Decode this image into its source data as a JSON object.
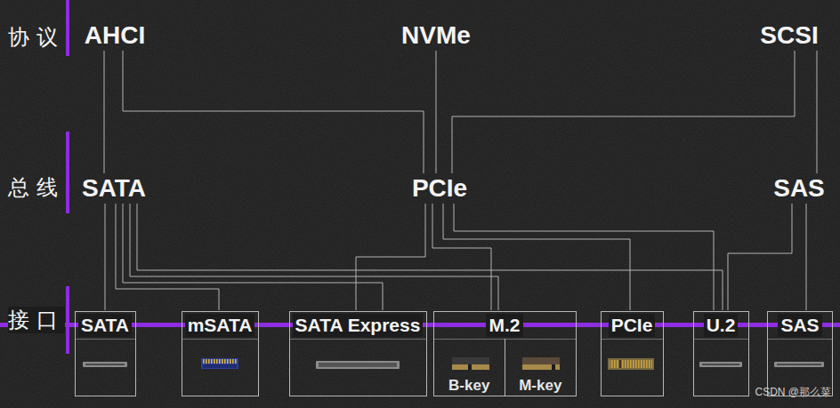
{
  "diagram": {
    "nodes": [
      {
        "text": [
          "AHCI"
        ]
      },
      {
        "text": [
          "NVMe"
        ]
      },
      {
        "text": [
          "SCSI"
        ]
      },
      {
        "text": [
          "SATA"
        ]
      },
      {
        "text": [
          "PCIe"
        ]
      },
      {
        "text": [
          "SAS"
        ]
      },
      {
        "text": [
          "SATA"
        ]
      },
      {
        "text": [
          "mSATA"
        ]
      },
      {
        "text": [
          "SATA Express"
        ]
      },
      {
        "text": [
          "M.2"
        ]
      },
      {
        "text": [
          "B-key"
        ],
        "in": 9
      },
      {
        "text": [
          "M-key"
        ],
        "in": 9
      },
      {
        "text": [
          "PCIe"
        ]
      },
      {
        "text": [
          "U.2"
        ]
      },
      {
        "text": [
          "SAS"
        ]
      }
    ],
    "edges": [
      {
        "from": 0,
        "to": 3,
        "arrow": "none"
      },
      {
        "from": 0,
        "to": 4,
        "arrow": "none"
      },
      {
        "from": 1,
        "to": 4,
        "arrow": "none"
      },
      {
        "from": 2,
        "to": 4,
        "arrow": "none"
      },
      {
        "from": 2,
        "to": 5,
        "arrow": "none"
      },
      {
        "from": 3,
        "to": 6,
        "arrow": "none"
      },
      {
        "from": 3,
        "to": 7,
        "arrow": "none"
      },
      {
        "from": 3,
        "to": 8,
        "arrow": "none"
      },
      {
        "from": 3,
        "to": 9,
        "arrow": "none"
      },
      {
        "from": 3,
        "to": 13,
        "arrow": "none"
      },
      {
        "from": 4,
        "to": 8,
        "arrow": "none"
      },
      {
        "from": 4,
        "to": 9,
        "arrow": "none"
      },
      {
        "from": 4,
        "to": 12,
        "arrow": "none"
      },
      {
        "from": 4,
        "to": 13,
        "arrow": "none"
      },
      {
        "from": 5,
        "to": 13,
        "arrow": "none"
      },
      {
        "from": 5,
        "to": 14,
        "arrow": "none"
      }
    ],
    "labels": [
      "协议",
      "总线",
      "接口",
      "CSDN @那么菜"
    ]
  }
}
